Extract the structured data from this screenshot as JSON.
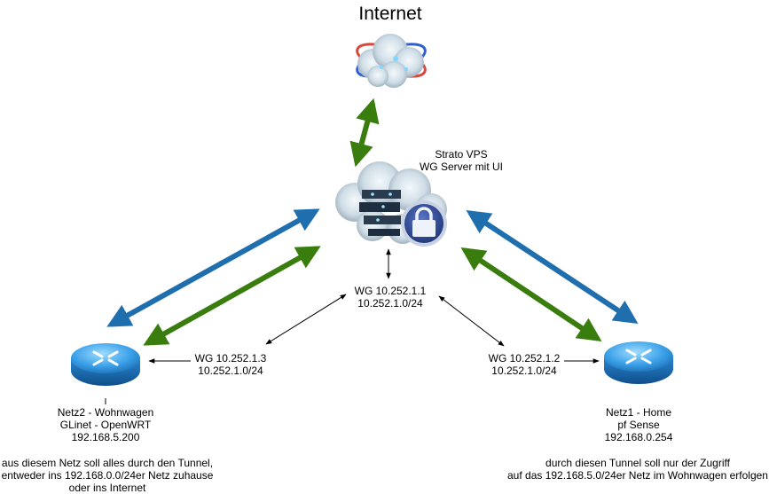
{
  "title": "Internet",
  "vps": {
    "line1": "Strato VPS",
    "line2": "WG Server mit UI"
  },
  "wg_center": {
    "ip": "WG 10.252.1.1",
    "net": "10.252.1.0/24"
  },
  "wg_left": {
    "ip": "WG 10.252.1.3",
    "net": "10.252.1.0/24"
  },
  "wg_right": {
    "ip": "WG 10.252.1.2",
    "net": "10.252.1.0/24"
  },
  "netz2": {
    "line1": "Netz2 - Wohnwagen",
    "line2": "GLinet - OpenWRT",
    "line3": "192.168.5.200"
  },
  "netz1": {
    "line1": "Netz1 - Home",
    "line2": "pf Sense",
    "line3": "192.168.0.254"
  },
  "note_left": {
    "line1": "aus diesem Netz soll alles durch den Tunnel,",
    "line2": "entweder ins 192.168.0.0/24er Netz zuhause",
    "line3": "oder ins Internet"
  },
  "note_right": {
    "line1": "durch diesen Tunnel soll nur der Zugriff",
    "line2": "auf das 192.168.5.0/24er Netz im Wohnwagen erfolgen"
  },
  "colors": {
    "blue_arrow": "#1f6fae",
    "green_arrow": "#3a7d0f",
    "router": "#3aa0e8"
  },
  "icons": [
    "internet-cloud-icon",
    "vpn-server-lock-icon",
    "router-icon"
  ]
}
